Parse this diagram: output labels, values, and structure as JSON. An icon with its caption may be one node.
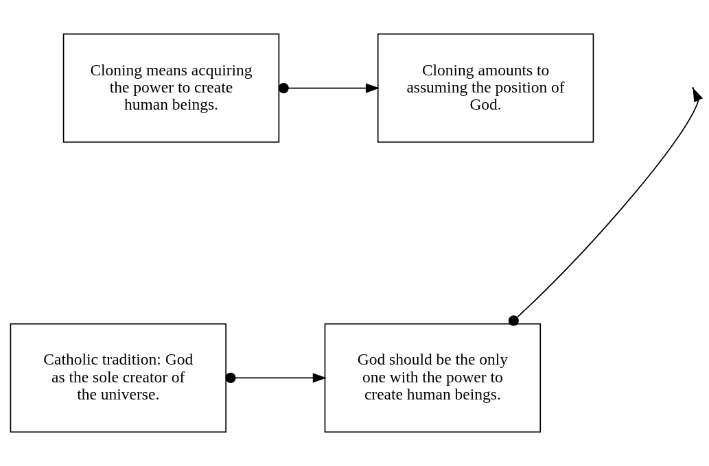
{
  "diagram": {
    "nodes": [
      {
        "text": [
          "Cloning means acquiring the power to create human beings."
        ]
      },
      {
        "text": [
          "Cloning amounts to assuming the position of God."
        ]
      },
      {
        "text": [
          "God should be the only one with the power to create human beings."
        ]
      },
      {
        "text": [
          "Catholic tradition: God as the sole creator of the universe."
        ]
      }
    ],
    "edges": [
      {
        "from": 0,
        "to": 1,
        "arrow": "to"
      },
      {
        "from": 2,
        "to": null,
        "arrow": "to"
      },
      {
        "from": 3,
        "to": 2,
        "arrow": "to"
      }
    ]
  }
}
